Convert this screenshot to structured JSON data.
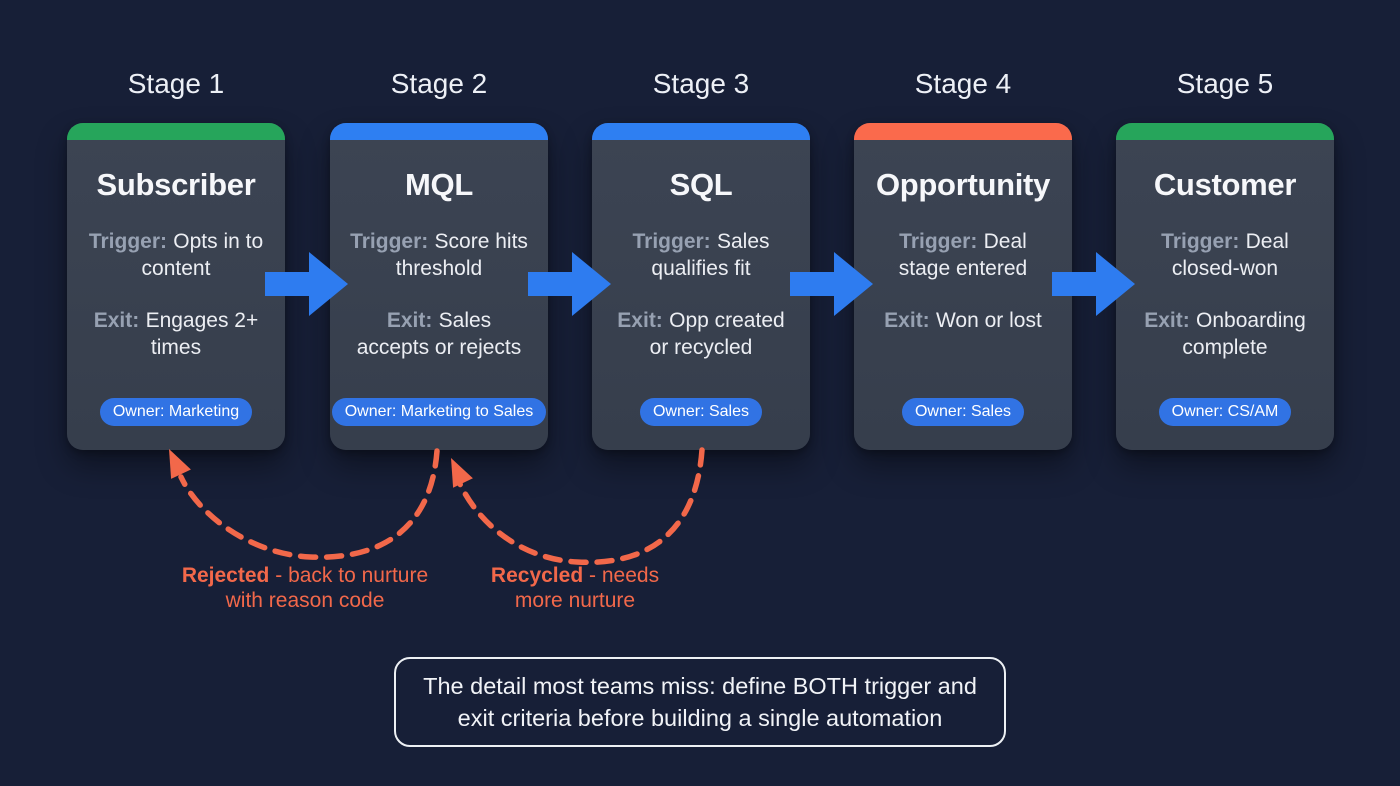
{
  "colors": {
    "background": "#171f37",
    "card_background": "#3a4250",
    "green_accent": "#26a55b",
    "blue_accent": "#2e7ff2",
    "orange_accent": "#fa6a4c",
    "flow_arrow_blue": "#2e7cf0",
    "owner_badge_blue": "#3173e4",
    "loopback_orange": "#f2684a",
    "muted_label_gray": "#97a1b2",
    "body_text": "#eceef3"
  },
  "stages": [
    {
      "stage": "Stage 1",
      "title": "Subscriber",
      "accent_color": "#26a55b",
      "trigger_label": "Trigger:",
      "trigger_value": "Opts in to content",
      "exit_label": "Exit:",
      "exit_value": "Engages 2+ times",
      "owner": "Owner: Marketing"
    },
    {
      "stage": "Stage 2",
      "title": "MQL",
      "accent_color": "#2e7ff2",
      "trigger_label": "Trigger:",
      "trigger_value": "Score hits threshold",
      "exit_label": "Exit:",
      "exit_value": "Sales accepts or rejects",
      "owner": "Owner: Marketing to Sales"
    },
    {
      "stage": "Stage 3",
      "title": "SQL",
      "accent_color": "#2e7ff2",
      "trigger_label": "Trigger:",
      "trigger_value": "Sales qualifies fit",
      "exit_label": "Exit:",
      "exit_value": "Opp created or recycled",
      "owner": "Owner: Sales"
    },
    {
      "stage": "Stage 4",
      "title": "Opportunity",
      "accent_color": "#fa6a4c",
      "trigger_label": "Trigger:",
      "trigger_value": "Deal stage entered",
      "exit_label": "Exit:",
      "exit_value": "Won or lost",
      "owner": "Owner: Sales"
    },
    {
      "stage": "Stage 5",
      "title": "Customer",
      "accent_color": "#26a55b",
      "trigger_label": "Trigger:",
      "trigger_value": "Deal closed-won",
      "exit_label": "Exit:",
      "exit_value": "Onboarding complete",
      "owner": "Owner: CS/AM"
    }
  ],
  "loopbacks": [
    {
      "term": "Rejected",
      "description": "- back to nurture with reason code"
    },
    {
      "term": "Recycled",
      "description": "- needs more nurture"
    }
  ],
  "note": "The detail most teams miss: define BOTH trigger and exit criteria before building a single automation"
}
